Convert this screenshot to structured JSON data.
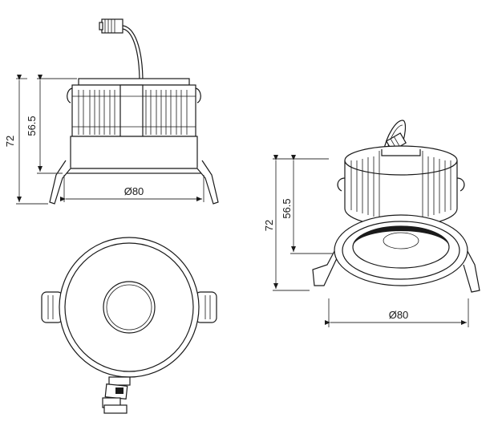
{
  "views": {
    "side": {
      "height_total": "72",
      "height_body": "56.5",
      "diameter": "Ø80"
    },
    "perspective": {
      "height_total": "72",
      "height_body": "56.5",
      "diameter": "Ø80"
    },
    "bottom": {}
  }
}
